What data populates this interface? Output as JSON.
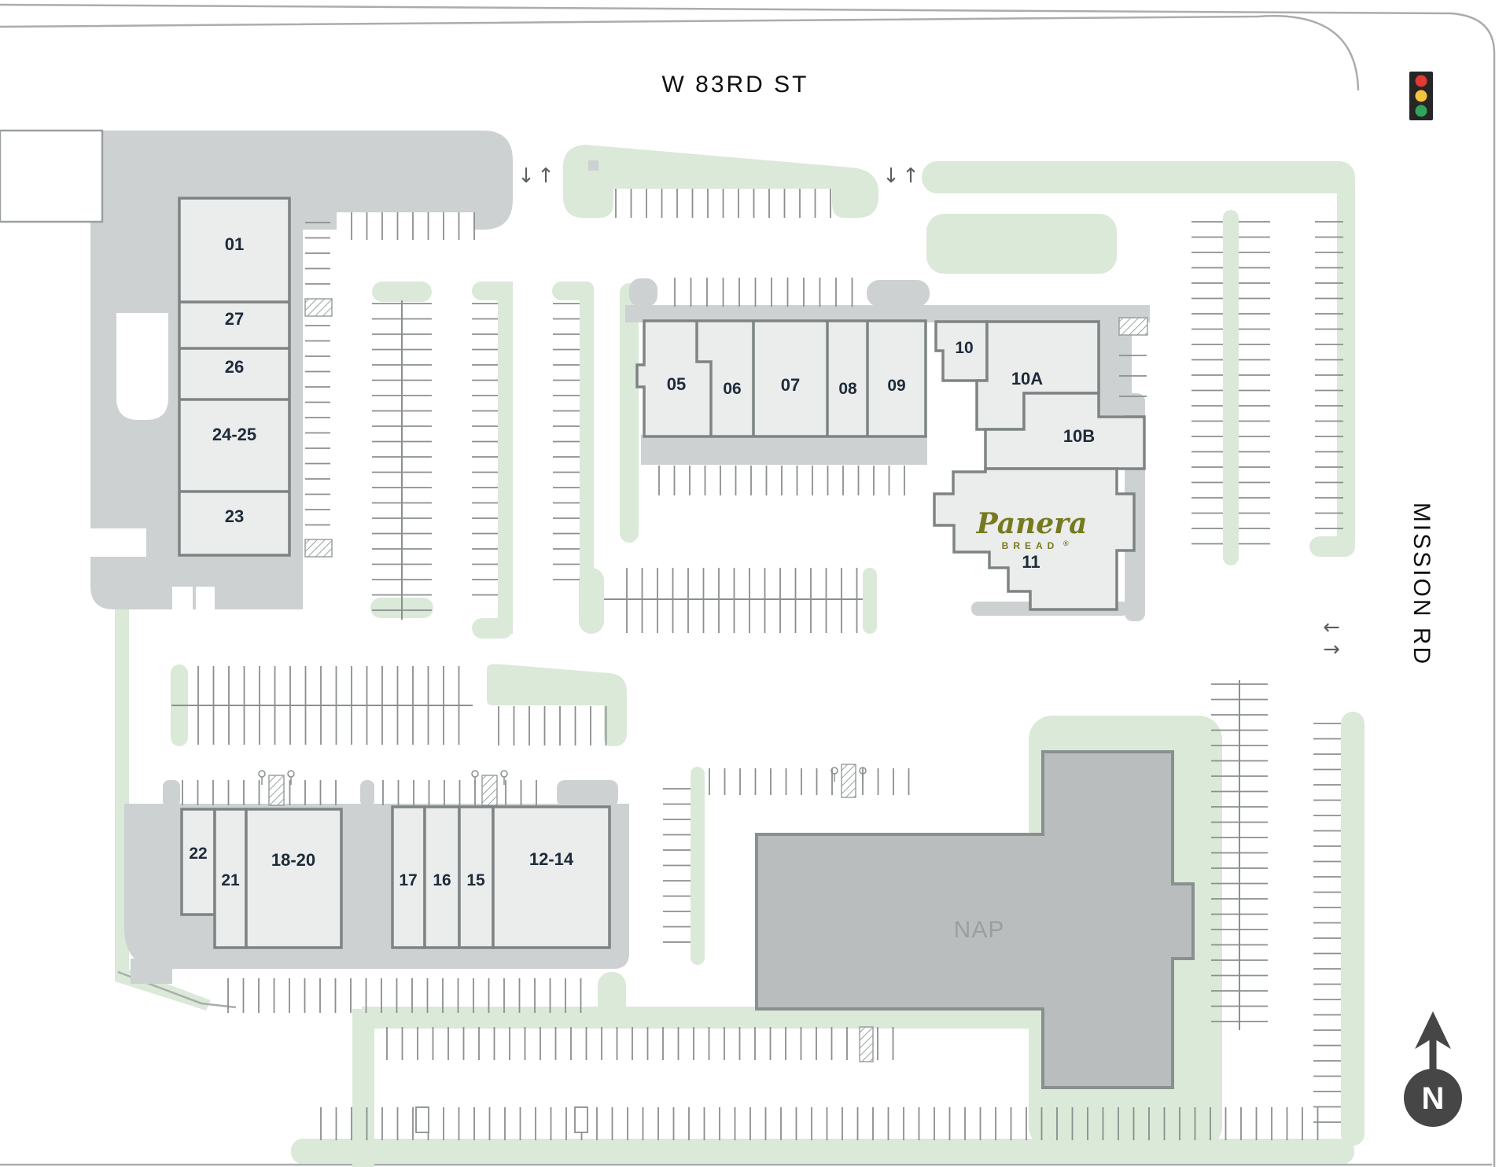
{
  "streets": {
    "top": "W 83RD ST",
    "right": "MISSION RD"
  },
  "compass": {
    "label": "N"
  },
  "nap": {
    "label": "NAP"
  },
  "panera": {
    "name": "Panera",
    "word": "BREAD",
    "reg": "®",
    "unit": "11"
  },
  "units": {
    "u01": "01",
    "u27": "27",
    "u26": "26",
    "u24_25": "24-25",
    "u23": "23",
    "u05": "05",
    "u06": "06",
    "u07": "07",
    "u08": "08",
    "u09": "09",
    "u10": "10",
    "u10A": "10A",
    "u10B": "10B",
    "u12_14": "12-14",
    "u15": "15",
    "u16": "16",
    "u17": "17",
    "u18_20": "18-20",
    "u21": "21",
    "u22": "22"
  },
  "arrows": {
    "down": "↓",
    "up": "↑",
    "left": "←",
    "right": "→"
  },
  "icons": {
    "traffic_light": "traffic-light-icon",
    "north_arrow": "north-arrow-icon",
    "light_pole": "light-pole-icon"
  },
  "colors": {
    "landscape_green": "#dbe9d8",
    "lot_gray": "#cdd1d1",
    "building_fill": "#ebecec",
    "building_stroke": "#7e8384",
    "nap_fill": "#b9bdbe",
    "nap_stroke": "#8a8f90",
    "unit_label": "#1d2b3a",
    "nap_label": "#999fa1",
    "panera_olive": "#767a1e",
    "street_text": "#101010",
    "road_line": "#a9adad",
    "tick_stroke": "#8a8f8f",
    "signal_red": "#e23b33",
    "signal_yellow": "#f3c43e",
    "signal_green": "#33a45c",
    "compass_fill": "#464646"
  }
}
